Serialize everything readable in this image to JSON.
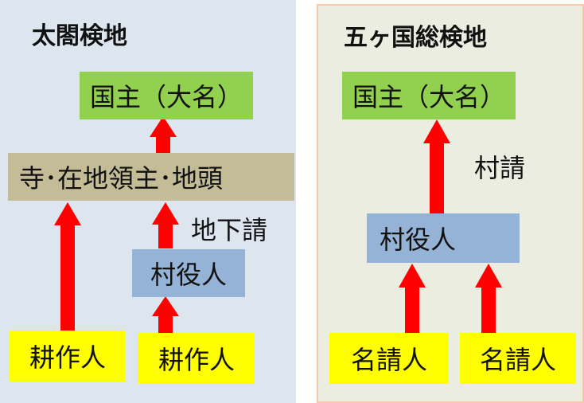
{
  "left": {
    "title": "太閤検地",
    "lord": "国主（大名）",
    "intermediate": "寺･在地領主･地頭",
    "sublease_label": "地下請",
    "village_officer": "村役人",
    "cultivator_1": "耕作人",
    "cultivator_2": "耕作人"
  },
  "right": {
    "title": "五ヶ国総検地",
    "lord": "国主（大名）",
    "village_contract_label": "村請",
    "village_officer": "村役人",
    "tenant_1": "名請人",
    "tenant_2": "名請人"
  },
  "colors": {
    "arrow": "#ff0000",
    "lord_box": "#92d050",
    "intermediate_box": "#c4bc96",
    "officer_box": "#95b3d7",
    "farmer_box": "#ffff00"
  }
}
